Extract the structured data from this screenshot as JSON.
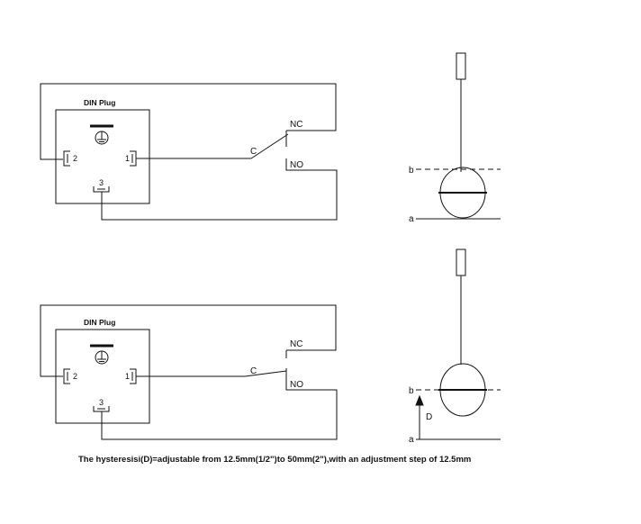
{
  "diagrams": [
    {
      "plug_title": "DIN Plug",
      "pin_2": "2",
      "pin_1": "1",
      "pin_3": "3",
      "common_label": "C",
      "nc_label": "NC",
      "no_label": "NO",
      "level_b": "b",
      "level_a": "a",
      "switch_position": "NC"
    },
    {
      "plug_title": "DIN Plug",
      "pin_2": "2",
      "pin_1": "1",
      "pin_3": "3",
      "common_label": "C",
      "nc_label": "NC",
      "no_label": "NO",
      "level_b": "b",
      "level_a": "a",
      "hysteresis_label": "D",
      "switch_position": "NO"
    }
  ],
  "caption": "The hysteresisi(D)=adjustable from 12.5mm(1/2\")to 50mm(2\"),with an adjustment step of 12.5mm"
}
